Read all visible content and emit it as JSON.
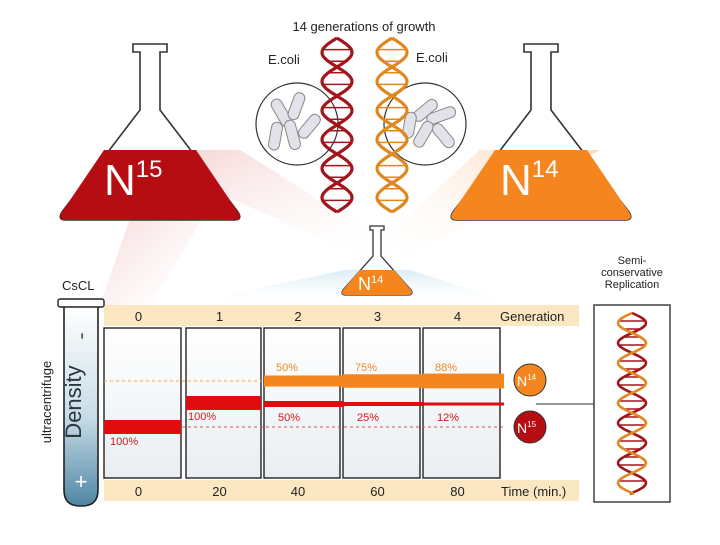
{
  "title": "14 generations of growth",
  "ecoli_left": "E.coli",
  "ecoli_right": "E.coli",
  "flask_left": {
    "base": "N",
    "sup": "15"
  },
  "flask_right": {
    "base": "N",
    "sup": "14"
  },
  "flask_small": {
    "base": "N",
    "sup": "14"
  },
  "tube": {
    "top": "CsCL",
    "minus": "-",
    "plus": "+",
    "density": "Density",
    "side": "ultracentrifuge"
  },
  "generation_label": "Generation",
  "time_label": "Time (min.)",
  "generations": [
    "0",
    "1",
    "2",
    "3",
    "4"
  ],
  "times": [
    "0",
    "20",
    "40",
    "60",
    "80"
  ],
  "n14_labels": [
    "",
    "",
    "50%",
    "75%",
    "88%"
  ],
  "n15_labels": [
    "100%",
    "100%",
    "50%",
    "25%",
    "12%"
  ],
  "n14_band_fraction": [
    0,
    0,
    0.5,
    0.75,
    0.88
  ],
  "n15_band_fraction": [
    1,
    1,
    0.5,
    0.25,
    0.12
  ],
  "legend": {
    "n14": {
      "base": "N",
      "sup": "14"
    },
    "n15": {
      "base": "N",
      "sup": "15"
    }
  },
  "semi_title": [
    "Semi-",
    "conservative",
    "Replication"
  ],
  "colors": {
    "red": "#b50d12",
    "orange": "#f5861f",
    "band_red": "#e00d10",
    "tube_blue": "#5b8ba6",
    "strip": "#fbe7c2"
  }
}
